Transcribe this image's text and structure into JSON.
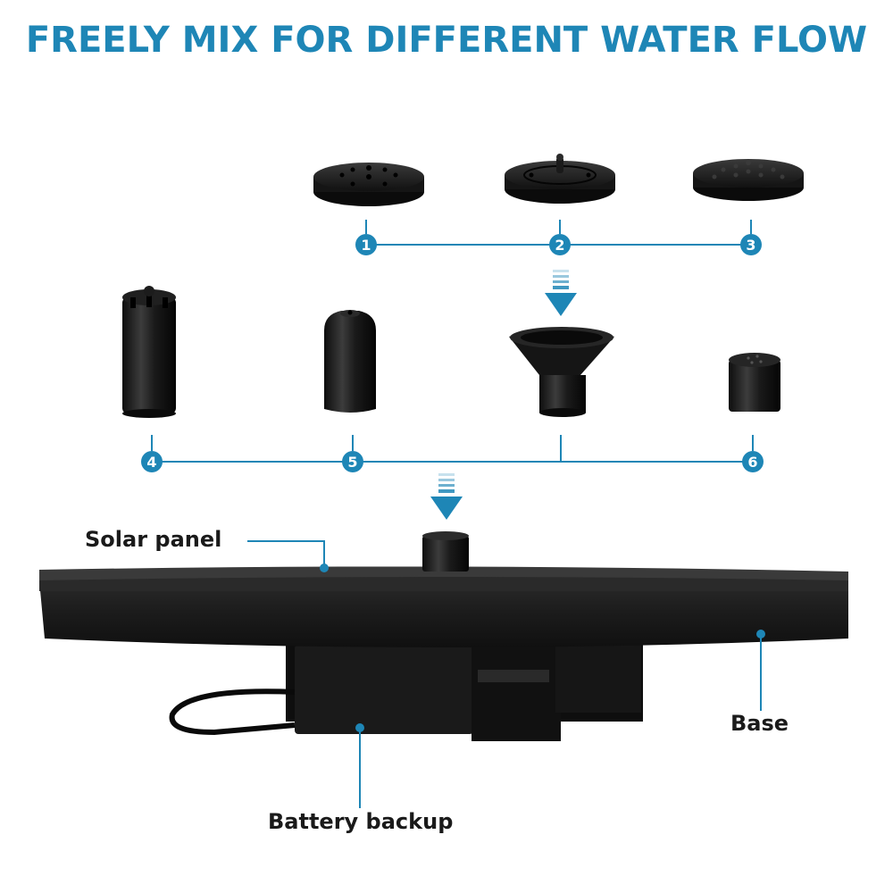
{
  "headline": "FREELY MIX FOR DIFFERENT WATER FLOW",
  "accent_color": "#1e86b6",
  "nozzle_numbers": [
    "1",
    "2",
    "3",
    "4",
    "5",
    "6"
  ],
  "callouts": {
    "solar_panel": "Solar panel",
    "base": "Base",
    "battery_backup": "Battery backup"
  }
}
